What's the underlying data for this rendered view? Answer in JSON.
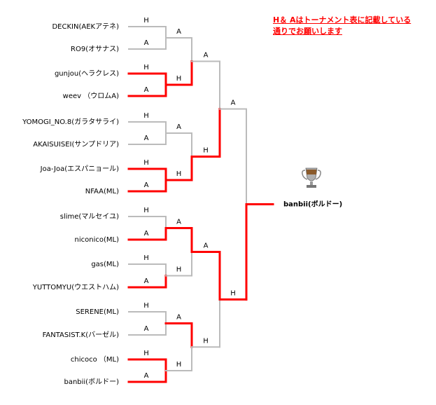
{
  "note": {
    "line1": "H＆ Aはトーナメント表に記載している",
    "line2": "通りでお願いします"
  },
  "colors": {
    "win": "#ff0000",
    "lose": "#bbbbbb",
    "note": "#ff0000"
  },
  "teams": [
    {
      "name": "DECKIN(AEKアテネ)",
      "mark": "H"
    },
    {
      "name": "RO9(オサナス)",
      "mark": "A"
    },
    {
      "name": "gunjou(ヘラクレス)",
      "mark": "H"
    },
    {
      "name": "weev （ウロムA)",
      "mark": "A"
    },
    {
      "name": "YOMOGI_NO.8(ガラタサライ)",
      "mark": "H"
    },
    {
      "name": "AKAISUISEI(サンプドリア)",
      "mark": "A"
    },
    {
      "name": "Joa-Joa(エスパニョール)",
      "mark": "H"
    },
    {
      "name": "NFAA(ML)",
      "mark": "A"
    },
    {
      "name": "slime(マルセイユ)",
      "mark": "H"
    },
    {
      "name": "niconico(ML)",
      "mark": "A"
    },
    {
      "name": "gas(ML)",
      "mark": "H"
    },
    {
      "name": "YUTTOMYU(ウエストハム)",
      "mark": "A"
    },
    {
      "name": "SERENE(ML)",
      "mark": "H"
    },
    {
      "name": "FANTASIST.K(バーゼル)",
      "mark": "A"
    },
    {
      "name": "chicoco （ML)",
      "mark": "H"
    },
    {
      "name": "banbii(ボルドー)",
      "mark": "A"
    }
  ],
  "winners": [
    [
      0,
      0,
      1,
      1,
      0,
      0,
      1,
      1,
      0,
      1,
      0,
      1,
      0,
      0,
      1,
      1
    ],
    [
      0,
      1,
      0,
      1,
      1,
      0,
      1,
      0
    ],
    [
      0,
      1,
      1,
      0
    ],
    [
      0,
      1
    ]
  ],
  "rounds": [
    [
      "A",
      "H",
      "A",
      "H",
      "A",
      "H",
      "A",
      "H"
    ],
    [
      "A",
      "H",
      "A",
      "H"
    ],
    [
      "A",
      "H"
    ]
  ],
  "champion": {
    "name": "banbii(ボルドー)",
    "icon": "trophy-icon"
  }
}
